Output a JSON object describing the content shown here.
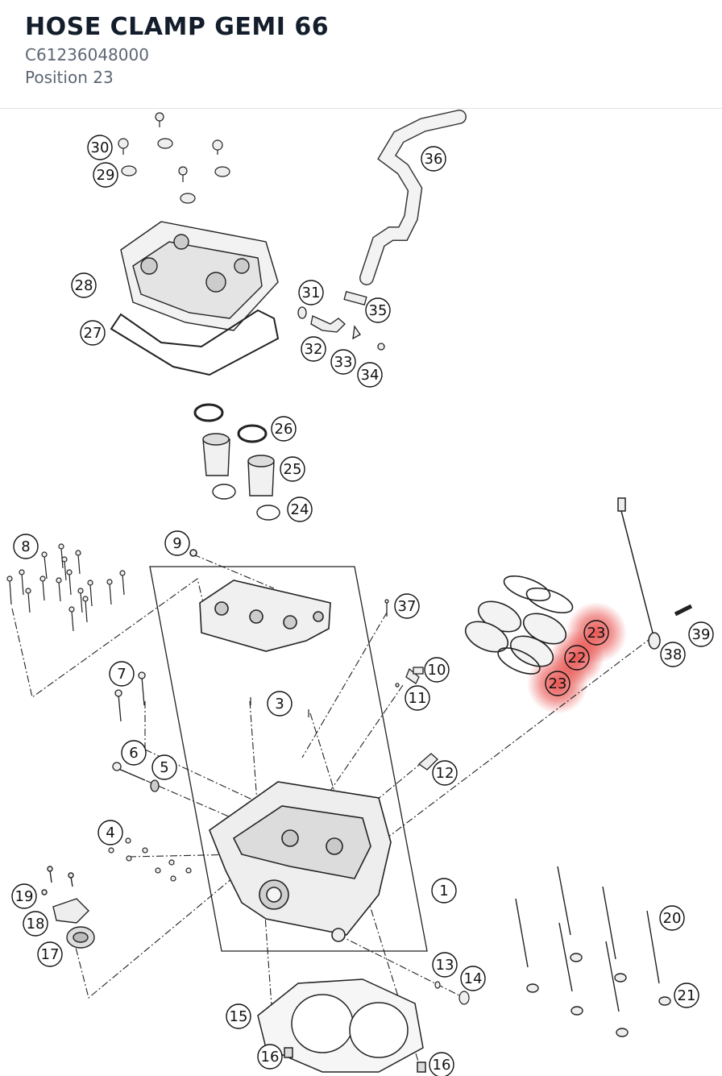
{
  "header": {
    "title": "HOSE CLAMP GEMI 66",
    "part_number": "C61236048000",
    "position": "Position 23"
  },
  "highlight": {
    "position": "23",
    "color": "#e53935"
  },
  "callouts": [
    "1",
    "3",
    "4",
    "5",
    "6",
    "7",
    "8",
    "9",
    "10",
    "11",
    "12",
    "13",
    "14",
    "15",
    "16",
    "16",
    "17",
    "18",
    "19",
    "20",
    "21",
    "22",
    "23",
    "23",
    "24",
    "25",
    "26",
    "27",
    "28",
    "29",
    "30",
    "31",
    "32",
    "33",
    "34",
    "35",
    "36",
    "37",
    "38",
    "39"
  ]
}
